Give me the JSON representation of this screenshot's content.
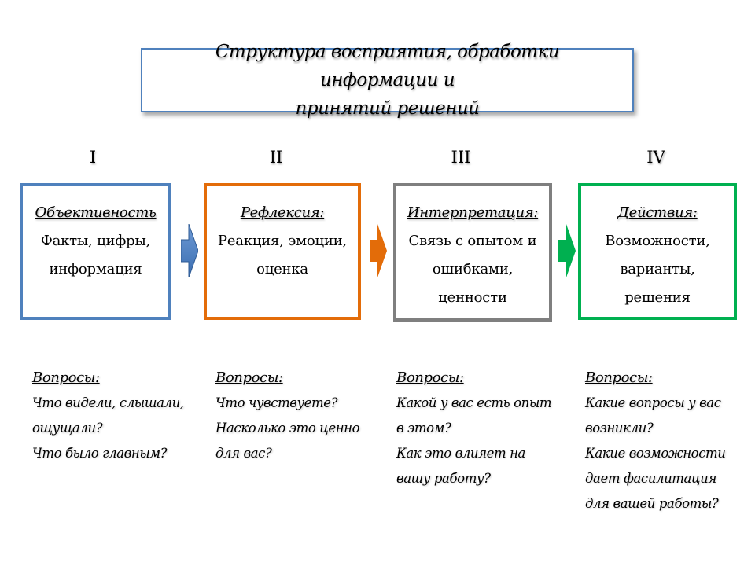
{
  "title": {
    "line1": "Структура восприятия, обработки информации и",
    "line2": "принятий решений"
  },
  "colors": {
    "stage1": "#4f81bd",
    "stage2": "#e36c09",
    "stage3": "#7f7f7f",
    "stage4": "#00b050"
  },
  "stages": [
    {
      "numeral": "I",
      "heading": "Объективность",
      "body": [
        "Факты, цифры,",
        "информация"
      ],
      "questions_title": "Вопросы:",
      "questions": [
        "Что видели, слышали,",
        "ощущали?",
        "Что было главным?"
      ]
    },
    {
      "numeral": "II",
      "heading": "Рефлексия:",
      "body": [
        "Реакция, эмоции,",
        "оценка"
      ],
      "questions_title": "Вопросы:",
      "questions": [
        "Что чувствуете?",
        "Насколько это ценно",
        "для вас?"
      ]
    },
    {
      "numeral": "III",
      "heading": "Интерпретация:",
      "body": [
        "Связь с опытом и",
        "ошибками,",
        "ценности"
      ],
      "questions_title": "Вопросы:",
      "questions": [
        "Какой у вас есть опыт",
        "в этом?",
        "Как это влияет на",
        "вашу работу?"
      ]
    },
    {
      "numeral": "IV",
      "heading": "Действия:",
      "body": [
        "Возможности,",
        "варианты,",
        "решения"
      ],
      "questions_title": "Вопросы:",
      "questions": [
        "Какие вопросы у вас",
        "возникли?",
        "Какие возможности",
        "дает фасилитация",
        "для вашей работы?"
      ]
    }
  ]
}
